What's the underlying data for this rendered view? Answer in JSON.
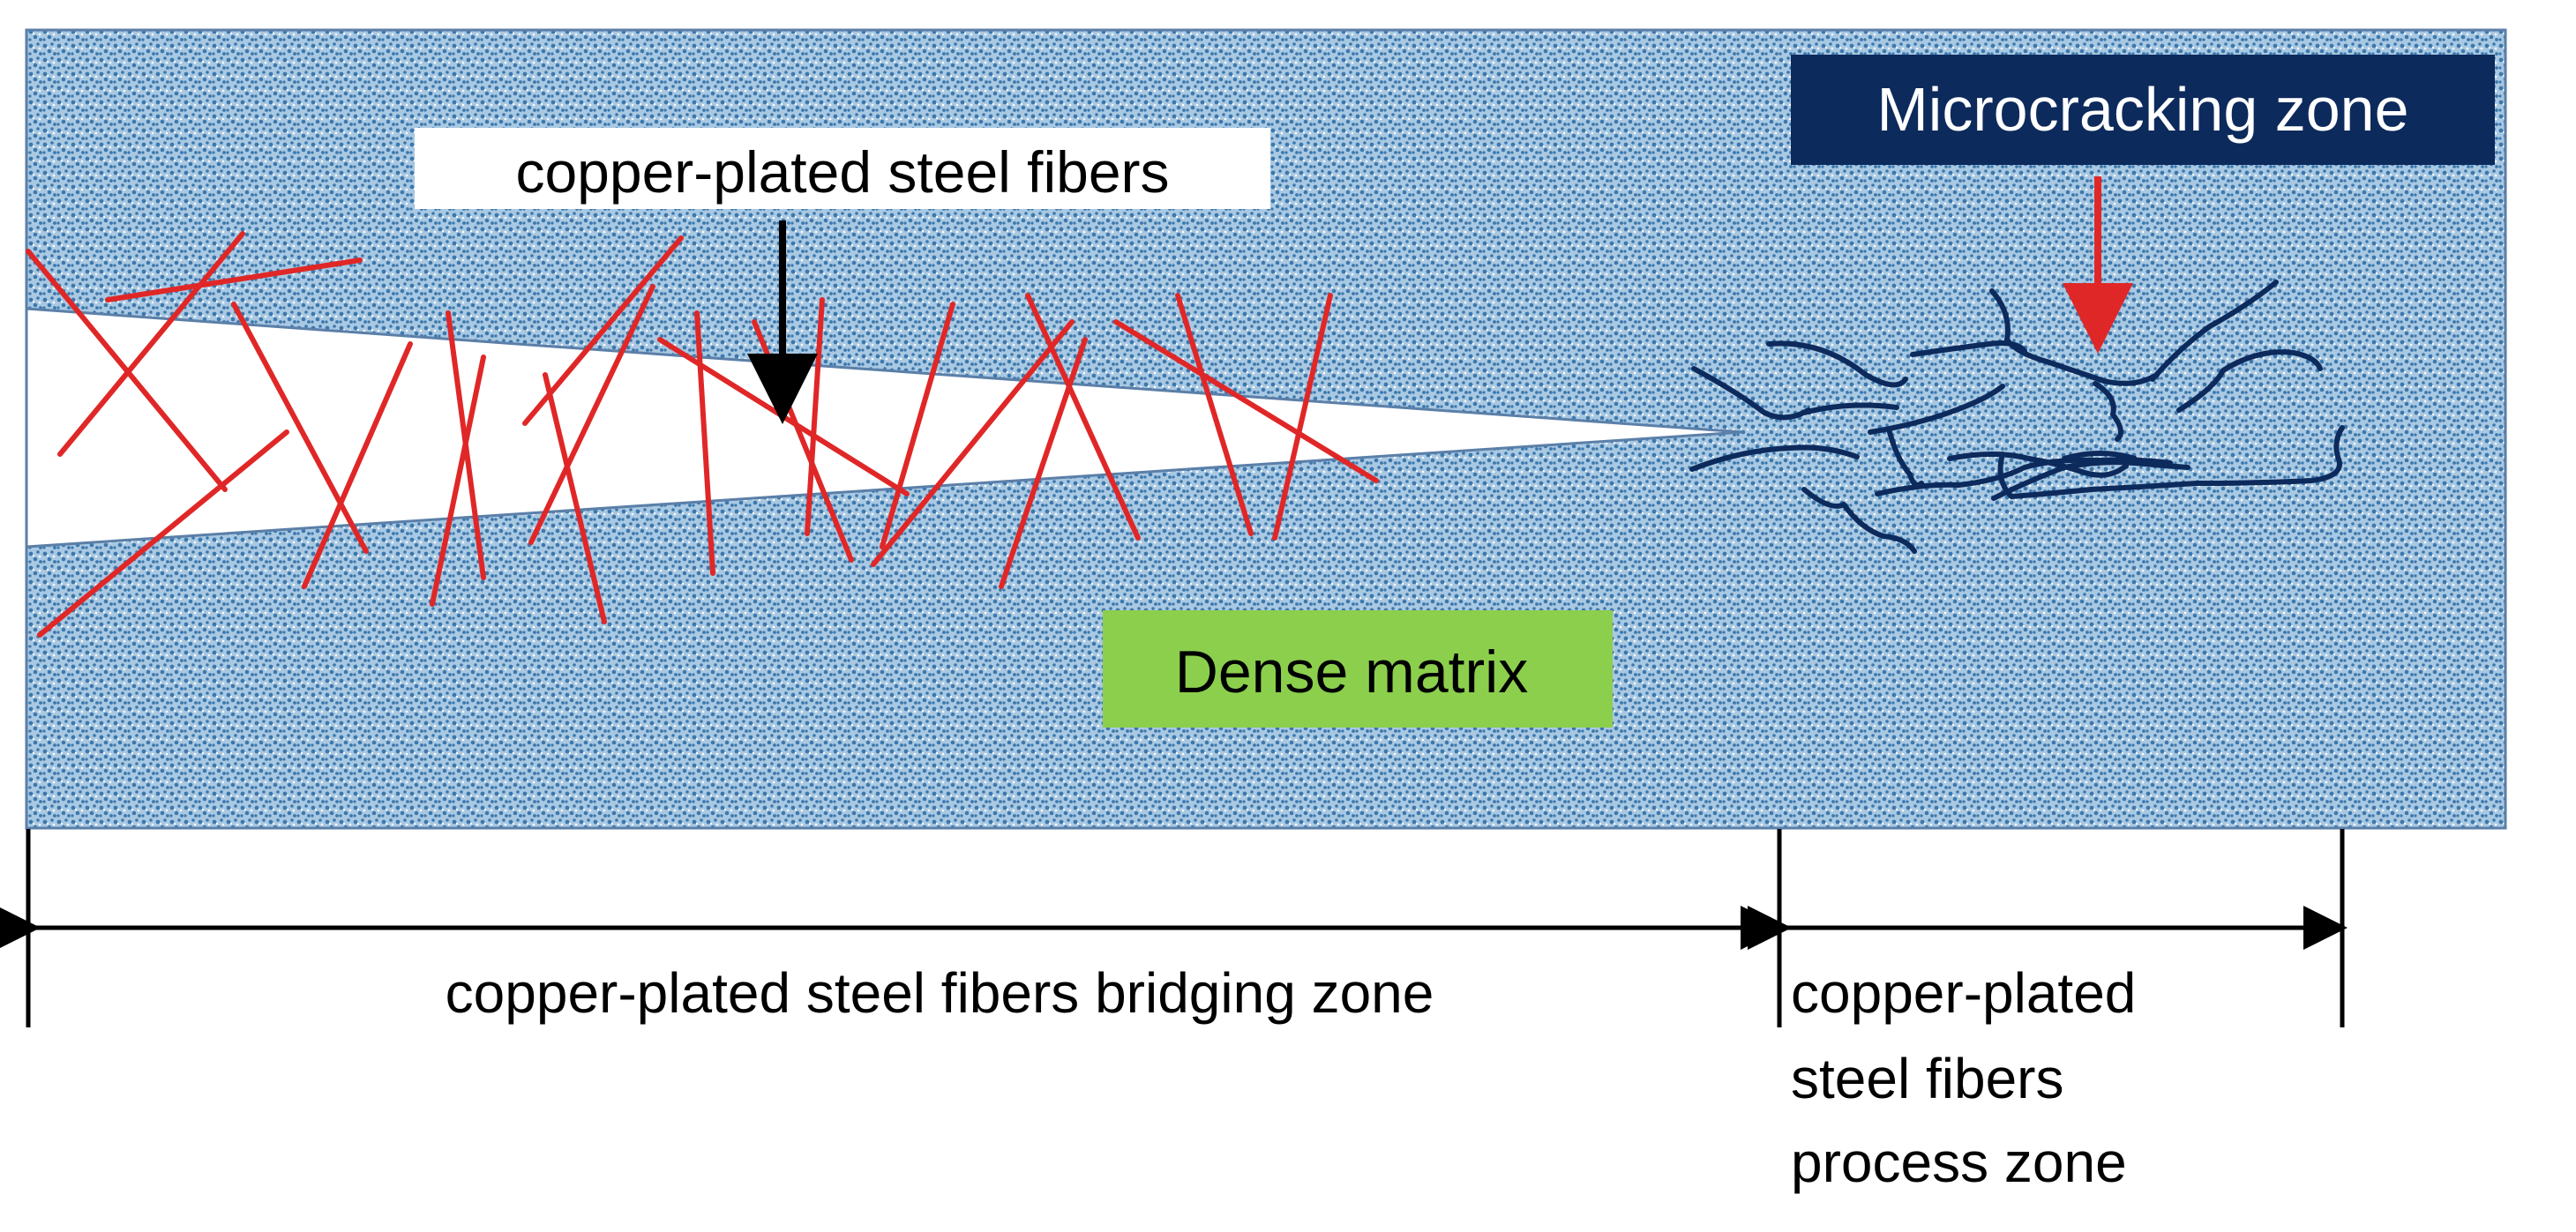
{
  "labels": {
    "fibers_callout": "copper-plated steel fibers",
    "microcracking_callout": "Microcracking zone",
    "dense_matrix": "Dense matrix",
    "bridging_zone": "copper-plated steel fibers bridging zone",
    "process_zone": [
      "copper-plated",
      "steel fibers",
      "process zone"
    ]
  },
  "colors": {
    "matrix_fill": "#a9c8e2",
    "matrix_dots": "#3b78ad",
    "matrix_border": "#5b7fa8",
    "fiber_red": "#e02727",
    "microcrack_navy": "#0d2a5c",
    "dense_matrix_bg": "#8ccf4d",
    "microcracking_bg": "#0d2a5c",
    "callout_bg": "#ffffff",
    "dimension_black": "#000000",
    "arrow_red": "#e02727"
  }
}
